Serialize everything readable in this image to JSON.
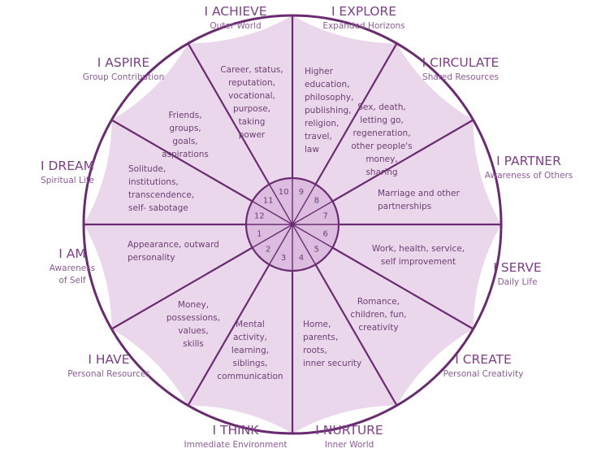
{
  "colors": {
    "stroke": "#6a2c70",
    "wedge_fill": "#ead7ec",
    "inner_fill": "#dcbde0",
    "title": "#7d3f86",
    "text": "#6d3f73"
  },
  "houses": [
    {
      "number": "1",
      "title": "I AM",
      "subtitle_lines": [
        "Awareness",
        "of Self"
      ],
      "desc_lines": [
        "Appearance, outward",
        "personality"
      ]
    },
    {
      "number": "2",
      "title": "I HAVE",
      "subtitle_lines": [
        "Personal Resources"
      ],
      "desc_lines": [
        "Money,",
        "possessions,",
        "values,",
        "skills"
      ]
    },
    {
      "number": "3",
      "title": "I THINK",
      "subtitle_lines": [
        "Immediate Environment"
      ],
      "desc_lines": [
        "Mental",
        "activity,",
        "learning,",
        "siblings,",
        "communication"
      ]
    },
    {
      "number": "4",
      "title": "I NURTURE",
      "subtitle_lines": [
        "Inner World"
      ],
      "desc_lines": [
        "Home,",
        "parents,",
        "roots,",
        "inner security"
      ]
    },
    {
      "number": "5",
      "title": "I CREATE",
      "subtitle_lines": [
        "Personal Creativity"
      ],
      "desc_lines": [
        "Romance,",
        "children, fun,",
        "creativity"
      ]
    },
    {
      "number": "6",
      "title": "I SERVE",
      "subtitle_lines": [
        "Daily Life"
      ],
      "desc_lines": [
        "Work, health, service,",
        "self improvement"
      ]
    },
    {
      "number": "7",
      "title": "I PARTNER",
      "subtitle_lines": [
        "Awareness of Others"
      ],
      "desc_lines": [
        "Marriage and other",
        "partnerships"
      ]
    },
    {
      "number": "8",
      "title": "I CIRCULATE",
      "subtitle_lines": [
        "Shared Resources"
      ],
      "desc_lines": [
        "Sex, death,",
        "letting go,",
        "regeneration,",
        "other people's",
        "money,",
        "sharing"
      ]
    },
    {
      "number": "9",
      "title": "I EXPLORE",
      "subtitle_lines": [
        "Expanded Horizons"
      ],
      "desc_lines": [
        "Higher",
        "education,",
        "philosophy,",
        "publishing,",
        "religion,",
        "travel,",
        "law"
      ]
    },
    {
      "number": "10",
      "title": "I ACHIEVE",
      "subtitle_lines": [
        "Outer World"
      ],
      "desc_lines": [
        "Career, status,",
        "reputation,",
        "vocational,",
        "purpose,",
        "taking",
        "power"
      ]
    },
    {
      "number": "11",
      "title": "I ASPIRE",
      "subtitle_lines": [
        "Group Contribution"
      ],
      "desc_lines": [
        "Friends,",
        "groups,",
        "goals,",
        "aspirations"
      ]
    },
    {
      "number": "12",
      "title": "I DREAM",
      "subtitle_lines": [
        "Spiritual Life"
      ],
      "desc_lines": [
        "Solitude,",
        "institutions,",
        "transcendence,",
        "self- sabotage"
      ]
    }
  ]
}
